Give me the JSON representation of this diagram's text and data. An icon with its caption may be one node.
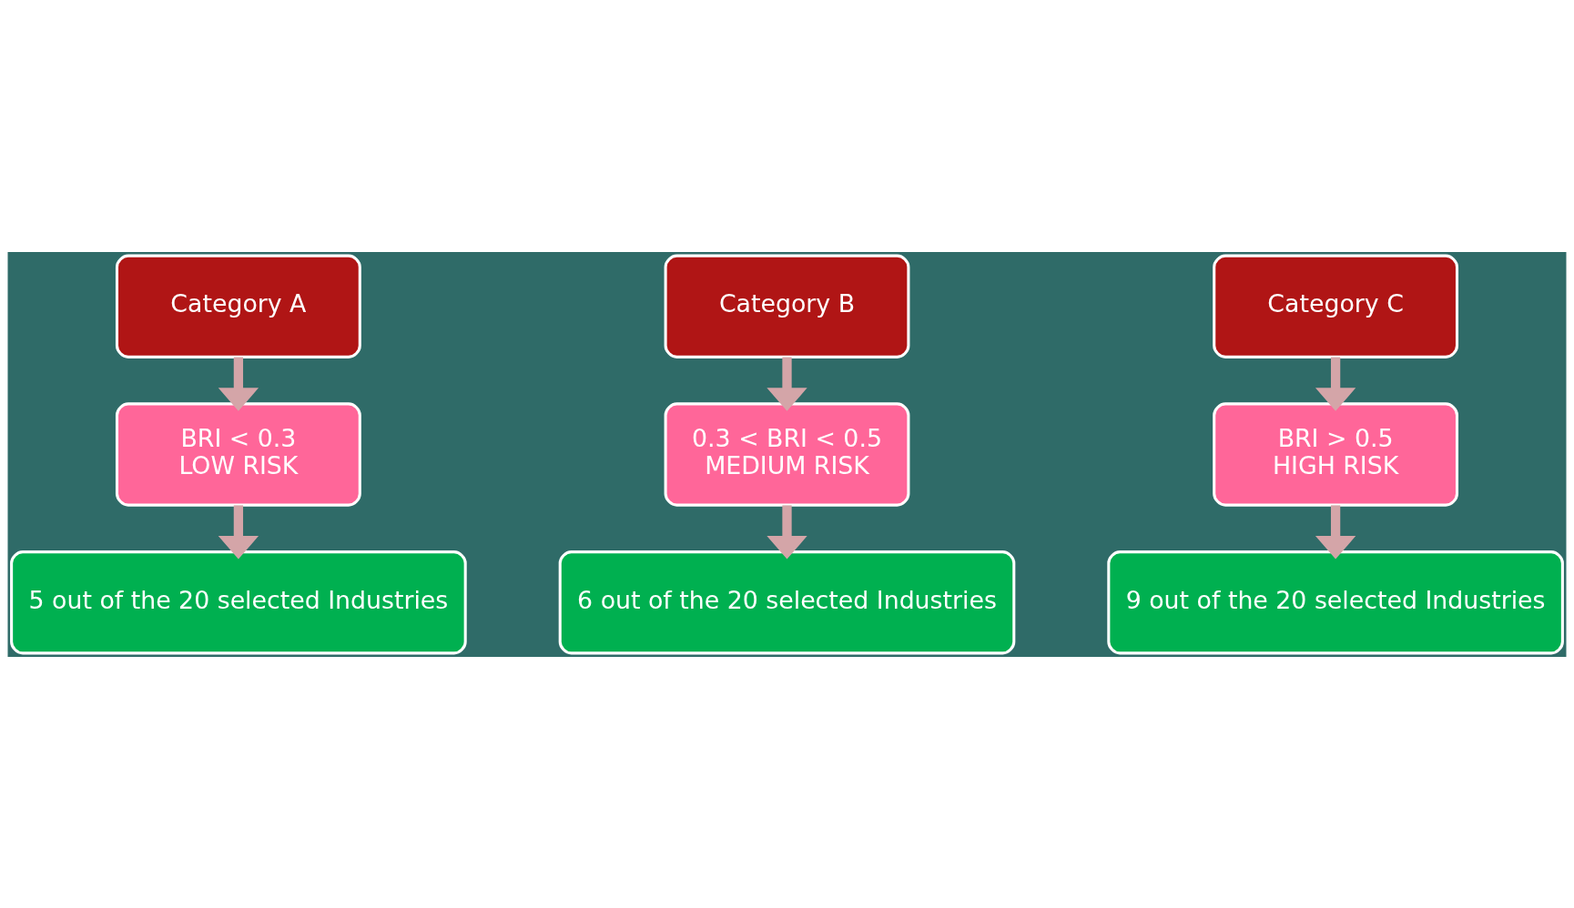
{
  "diagram": {
    "nodes": [
      {
        "text": [
          "Category A"
        ]
      },
      {
        "text": [
          "BRI < 0.3",
          "LOW RISK"
        ]
      },
      {
        "text": [
          "5 out of the 20 selected Industries"
        ]
      },
      {
        "text": [
          "Category B"
        ]
      },
      {
        "text": [
          "0.3 < BRI < 0.5",
          "MEDIUM RISK"
        ]
      },
      {
        "text": [
          "6 out of the 20 selected Industries"
        ]
      },
      {
        "text": [
          "Category C"
        ]
      },
      {
        "text": [
          "BRI > 0.5",
          "HIGH RISK"
        ]
      },
      {
        "text": [
          "9 out of the 20 selected Industries"
        ]
      }
    ],
    "edges": [
      {
        "from": 0,
        "to": 1,
        "arrow": "to"
      },
      {
        "from": 1,
        "to": 2,
        "arrow": "to"
      },
      {
        "from": 3,
        "to": 4,
        "arrow": "to"
      },
      {
        "from": 4,
        "to": 5,
        "arrow": "to"
      },
      {
        "from": 6,
        "to": 7,
        "arrow": "to"
      },
      {
        "from": 7,
        "to": 8,
        "arrow": "to"
      }
    ]
  }
}
